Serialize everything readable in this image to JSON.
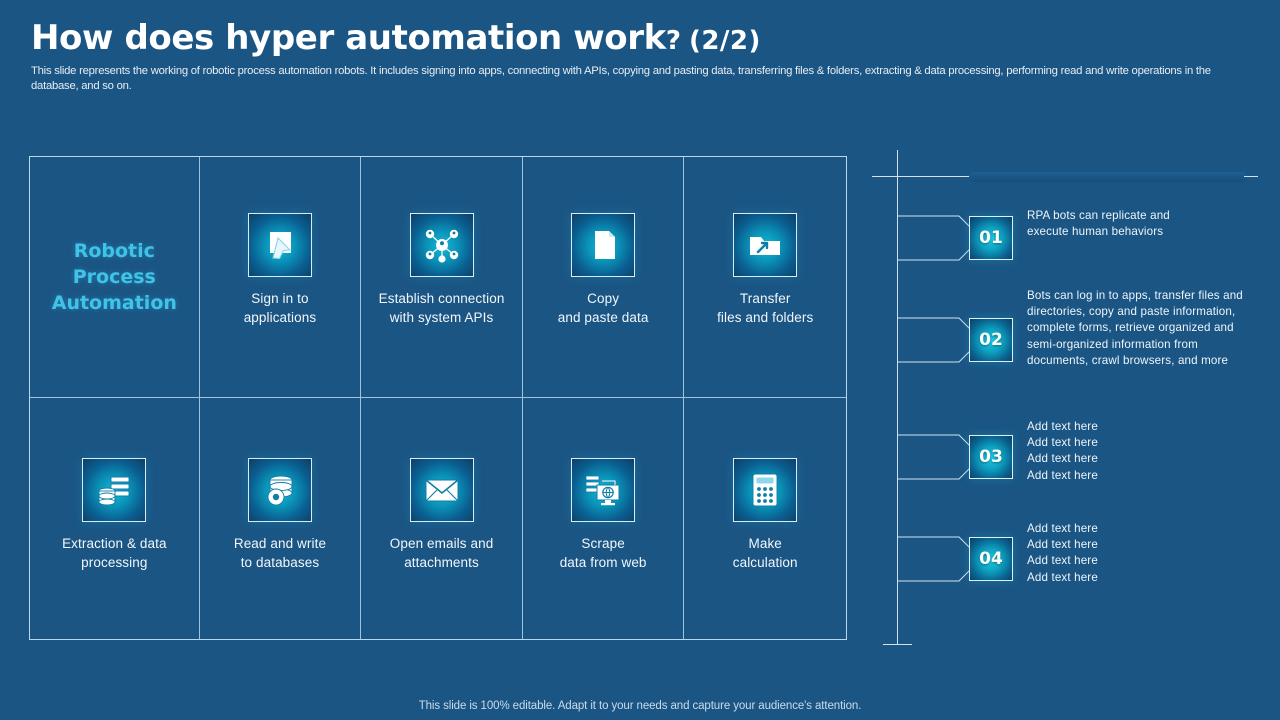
{
  "header": {
    "title_main": "How does hyper automation work",
    "title_question": "?",
    "title_fraction": "(2/2)",
    "subtitle": "This slide represents the working of robotic process automation robots. It includes signing into apps, connecting with APIs, copying and pasting data, transferring files & folders, extracting & data processing, performing read and write operations in the database, and so on."
  },
  "colors": {
    "background": "#1b5584",
    "accent_cyan": "#3fc4e8",
    "grid_line": "#9dc3dd",
    "text_white": "#f2f7fb"
  },
  "grid": {
    "lead_label": "Robotic\nProcess\nAutomation",
    "lead_line1": "Robotic",
    "lead_line2": "Process",
    "lead_line3": "Automation",
    "cells": [
      {
        "icon": "cursor-click-icon",
        "line1": "Sign in to",
        "line2": "applications"
      },
      {
        "icon": "network-nodes-icon",
        "line1": "Establish connection",
        "line2": "with system APIs"
      },
      {
        "icon": "document-copy-icon",
        "line1": "Copy",
        "line2": "and paste data"
      },
      {
        "icon": "folder-transfer-icon",
        "line1": "Transfer",
        "line2": "files and folders"
      },
      {
        "icon": "database-extract-icon",
        "line1": "Extraction & data",
        "line2": "processing"
      },
      {
        "icon": "database-gear-icon",
        "line1": "Read and write",
        "line2": "to databases"
      },
      {
        "icon": "email-envelope-icon",
        "line1": "Open emails and",
        "line2": "attachments"
      },
      {
        "icon": "web-scrape-monitor-icon",
        "line1": "Scrape",
        "line2": "data from web"
      },
      {
        "icon": "calculator-icon",
        "line1": "Make",
        "line2": "calculation"
      }
    ]
  },
  "steps": [
    {
      "number": "01",
      "lines": [
        "RPA bots can replicate and",
        "execute human behaviors"
      ]
    },
    {
      "number": "02",
      "lines": [
        "Bots can log in to apps, transfer files and",
        "directories, copy and paste information,",
        "complete forms, retrieve organized and",
        "semi-organized information from",
        "documents, crawl browsers, and more"
      ]
    },
    {
      "number": "03",
      "lines": [
        "Add text here",
        "Add text here",
        "Add text here",
        "Add text here"
      ]
    },
    {
      "number": "04",
      "lines": [
        "Add text here",
        "Add text here",
        "Add text here",
        "Add text here"
      ]
    }
  ],
  "footer": {
    "note": "This slide is 100% editable. Adapt it to your needs and capture your audience's attention."
  }
}
